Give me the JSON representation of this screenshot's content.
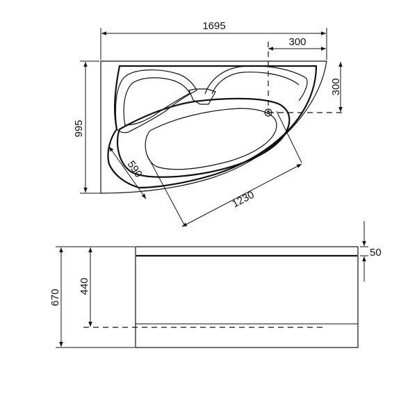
{
  "top_view": {
    "overall_length": "1695",
    "overall_depth": "995",
    "drain_offset_x": "300",
    "drain_offset_y": "300",
    "inner_width": "590",
    "inner_length": "1230"
  },
  "side_view": {
    "total_height": "670",
    "panel_height": "440",
    "rim_thickness": "50"
  }
}
